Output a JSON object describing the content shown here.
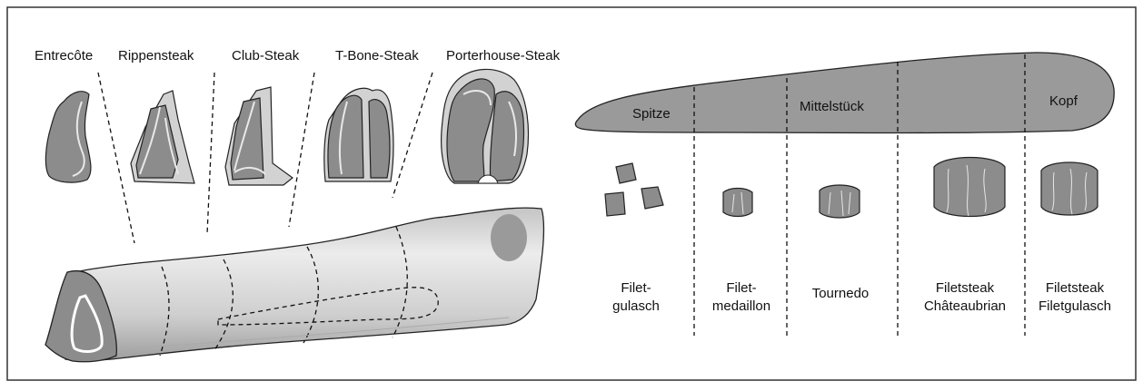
{
  "left_section": {
    "steak_labels": [
      "Entrecôte",
      "Rippensteak",
      "Club-Steak",
      "T-Bone-Steak",
      "Porterhouse-Steak"
    ]
  },
  "right_section": {
    "filet_regions": [
      "Spitze",
      "Mittelstück",
      "Kopf"
    ],
    "cuts": [
      {
        "line1": "Filet-",
        "line2": "gulasch"
      },
      {
        "line1": "Filet-",
        "line2": "medaillon"
      },
      {
        "line1": "Tournedo",
        "line2": ""
      },
      {
        "line1": "Filetsteak",
        "line2": "Châteaubrian"
      },
      {
        "line1": "Filetsteak",
        "line2": "Filetgulasch"
      }
    ]
  },
  "colors": {
    "meat_dark": "#8c8c8c",
    "meat_light": "#d2d2d2",
    "filet_body": "#9a9a9a",
    "frame": "#333333"
  }
}
